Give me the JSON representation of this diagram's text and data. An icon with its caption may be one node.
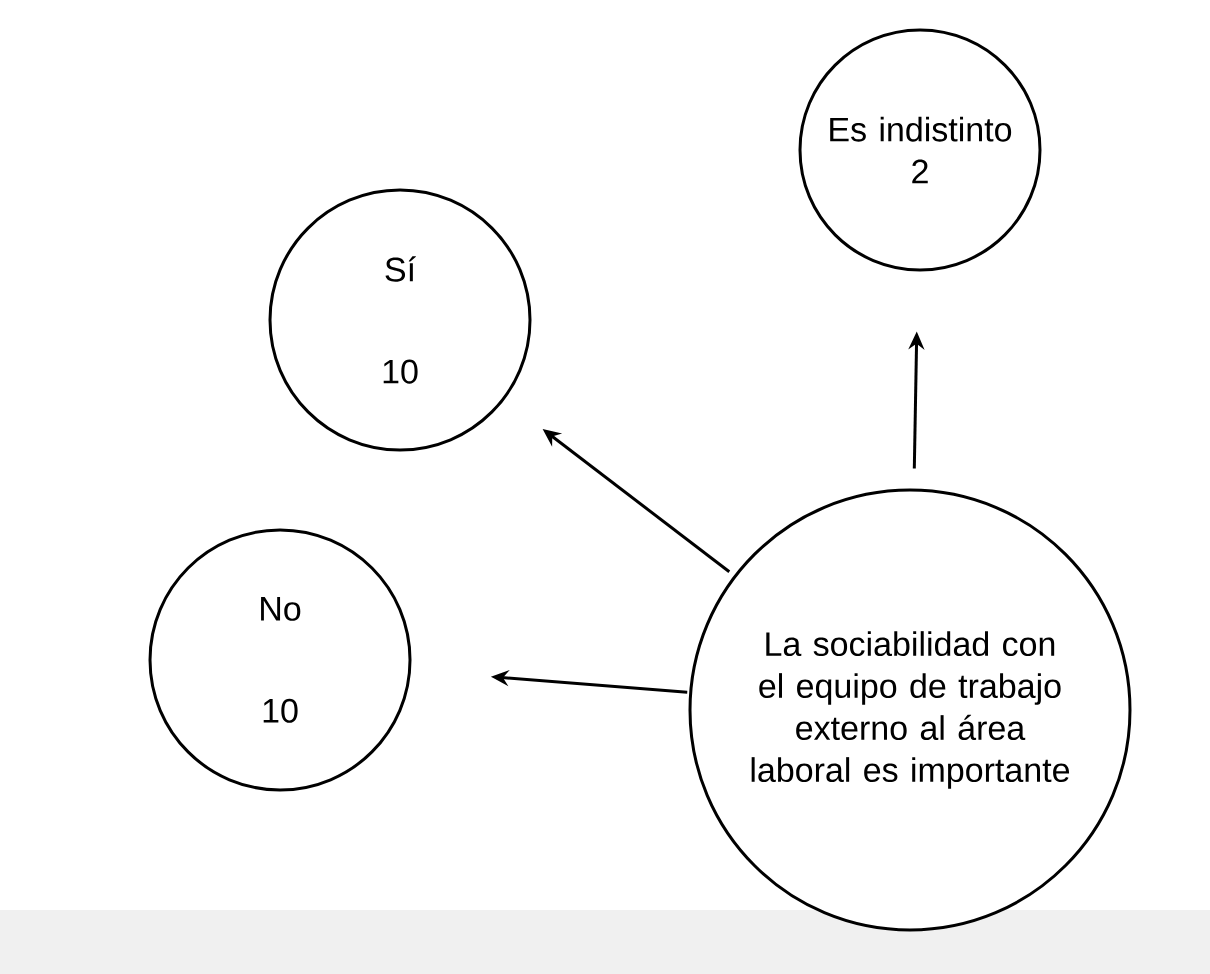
{
  "diagram": {
    "nodes": [
      {
        "text": [
          "La sociabilidad con el equipo de trabajo externo al área laboral es importante"
        ]
      },
      {
        "text": [
          "Sí",
          "10"
        ]
      },
      {
        "text": [
          "Es indistinto",
          "2"
        ]
      },
      {
        "text": [
          "No",
          "10"
        ]
      }
    ],
    "edges": [
      {
        "from": 0,
        "to": 1,
        "arrow": "to"
      },
      {
        "from": 0,
        "to": 2,
        "arrow": "to"
      },
      {
        "from": 0,
        "to": 3,
        "arrow": "to"
      }
    ]
  }
}
